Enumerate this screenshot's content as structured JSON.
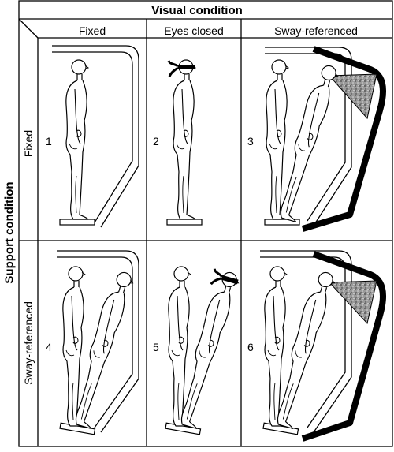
{
  "header": {
    "visual_condition": "Visual condition"
  },
  "columns": {
    "fixed": "Fixed",
    "eyes_closed": "Eyes closed",
    "sway_referenced": "Sway-referenced"
  },
  "sidebar": {
    "support_condition": "Support condition"
  },
  "rows": {
    "fixed": "Fixed",
    "sway_referenced": "Sway-referenced"
  },
  "panels": [
    {
      "number": "1"
    },
    {
      "number": "2"
    },
    {
      "number": "3"
    },
    {
      "number": "4"
    },
    {
      "number": "5"
    },
    {
      "number": "6"
    }
  ]
}
